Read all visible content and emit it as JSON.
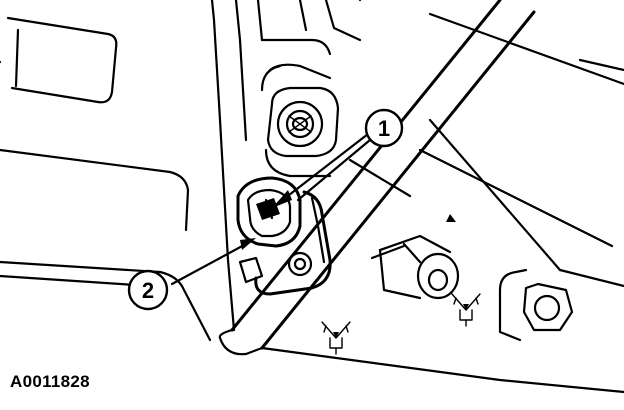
{
  "diagram": {
    "callouts": [
      {
        "number": "1"
      },
      {
        "number": "2"
      }
    ],
    "figure_id": "A0011828"
  }
}
